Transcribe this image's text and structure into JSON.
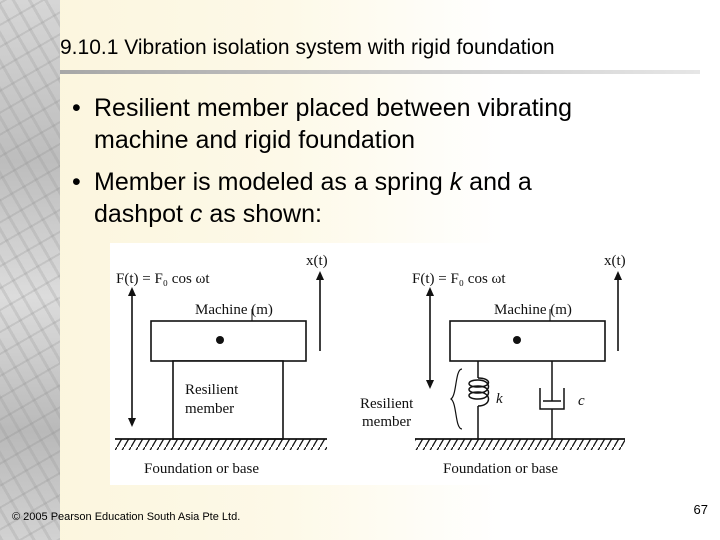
{
  "slide": {
    "title": "9.10.1   Vibration isolation system with rigid foundation",
    "bullets": [
      {
        "line1": "Resilient member placed between vibrating",
        "line2": "machine and rigid foundation"
      },
      {
        "line1_a": "Member is modeled as a spring ",
        "line1_k": "k",
        "line1_b": " and a",
        "line2_a": "dashpot ",
        "line2_c": "c",
        "line2_b": " as shown:"
      }
    ],
    "bullet_glyph": "•",
    "footer": "© 2005 Pearson Education South Asia Pte Ltd.",
    "page_number": "67"
  },
  "figure": {
    "left": {
      "force_label": "F(t) = F₀ cos ωt",
      "displacement_label": "x(t)",
      "machine_label": "Machine (m)",
      "member_label_line1": "Resilient",
      "member_label_line2": "member",
      "base_label": "Foundation or base"
    },
    "right": {
      "force_label": "F(t) = F₀ cos ωt",
      "displacement_label": "x(t)",
      "machine_label": "Machine (m)",
      "member_label_line1": "Resilient",
      "member_label_line2": "member",
      "spring_label": "k",
      "damper_label": "c",
      "base_label": "Foundation or base"
    }
  }
}
